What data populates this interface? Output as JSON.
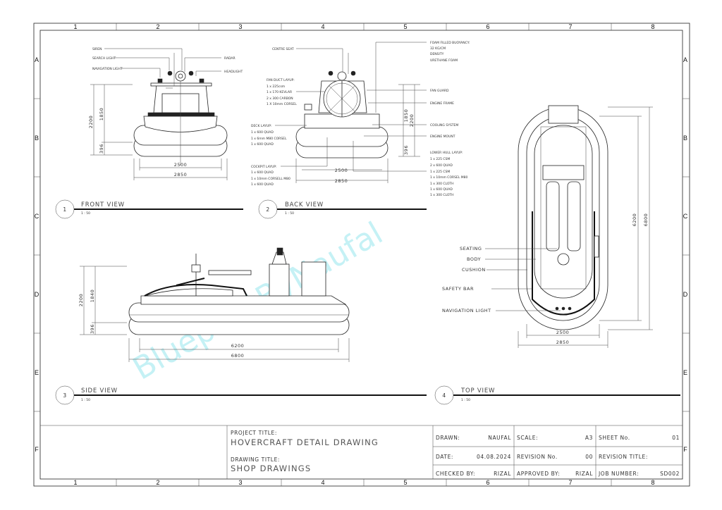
{
  "grid": {
    "columns": [
      "1",
      "2",
      "3",
      "4",
      "5",
      "6",
      "7",
      "8"
    ],
    "rows": [
      "A",
      "B",
      "C",
      "D",
      "E",
      "F"
    ]
  },
  "watermark": "BlueprintByNaufal",
  "front_view": {
    "number": "1",
    "title": "FRONT VIEW",
    "scale": "1 : 50",
    "labels": [
      "SIREN",
      "SEARCH LIGHT",
      "NAVIGATION LIGHT",
      "RADAR",
      "HEADLIGHT"
    ],
    "dims": {
      "h_total": "2200",
      "h_body": "1850",
      "h_cushion": "396",
      "w_inner": "2500",
      "w_outer": "2850"
    }
  },
  "back_view": {
    "number": "2",
    "title": "BACK VIEW",
    "scale": "1 : 50",
    "centre_seat": "CENTRE SEAT",
    "foam": [
      "FOAM FILLED BUOYANCY:",
      "32 KG/CM",
      "DENSITY",
      "URETHANE FOAM"
    ],
    "fan_duct": [
      "FAN DUCT LAYUP:",
      "1 x 225csm",
      "1 x 170 KEVLAR",
      "2 x 300 CARBON",
      "1 X 10mm CORSEL"
    ],
    "deck": [
      "DECK LAYUP:",
      "1 x 600 QUAD",
      "1 x 6mm M80 CORSEL",
      "1 x 600 QUAD"
    ],
    "cockpit": [
      "COCKPIT LAYUP:",
      "1 x 600 QUAD",
      "1 x 10mm CORSELL M80",
      "1 x 600 QUAD"
    ],
    "right_labels": [
      "FAN GUARD",
      "ENGINE FRAME",
      "COOLING SYSTEM",
      "ENGINE MOUNT"
    ],
    "lower_hull": [
      "LOWER HULL LAYUP:",
      "1 x 225 CSM",
      "2 x 600 QUAD",
      "1 x 225 CSM",
      "1 x 10mm CORSEL M80",
      "1 x 300 CLOTH",
      "1 x 600 QUAD",
      "1 x 300 CLOTH"
    ],
    "dims": {
      "h_total": "2200",
      "h_body": "1850",
      "h_cushion": "396",
      "w_inner": "2500",
      "w_outer": "2850"
    }
  },
  "side_view": {
    "number": "3",
    "title": "SIDE VIEW",
    "scale": "1 : 50",
    "dims": {
      "h_total": "2200",
      "h_body": "1840",
      "h_cushion": "396",
      "l_inner": "6200",
      "l_outer": "6800"
    }
  },
  "top_view": {
    "number": "4",
    "title": "TOP VIEW",
    "scale": "1 : 50",
    "labels": [
      "SEATING",
      "BODY",
      "CUSHION",
      "SAFETY BAR",
      "NAVIGATION LIGHT"
    ],
    "dims": {
      "l_inner": "6200",
      "l_outer": "6800",
      "w_inner": "2500",
      "w_outer": "2850"
    }
  },
  "title_block": {
    "project_title_label": "PROJECT TITLE:",
    "project_title": "HOVERCRAFT DETAIL DRAWING",
    "drawing_title_label": "DRAWING TITLE:",
    "drawing_title": "SHOP DRAWINGS",
    "drawn_label": "DRAWN:",
    "drawn": "NAUFAL",
    "scale_label": "SCALE:",
    "scale": "A3",
    "sheet_label": "SHEET No.",
    "sheet": "01",
    "date_label": "DATE:",
    "date": "04.08.2024",
    "revision_label": "REVISION No.",
    "revision": "00",
    "revision_title_label": "REVISION TITLE:",
    "revision_title": "",
    "checked_label": "CHECKED BY:",
    "checked": "RIZAL",
    "approved_label": "APPROVED BY:",
    "approved": "RIZAL",
    "job_label": "JOB NUMBER:",
    "job": "SD002"
  }
}
